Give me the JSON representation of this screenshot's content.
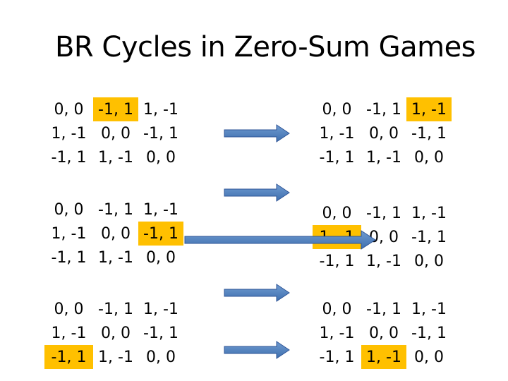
{
  "title": "BR Cycles in Zero-Sum Games",
  "colors": {
    "highlight": "#FFC000",
    "arrow_fill": "#4F81BD",
    "arrow_stroke": "#2F5597"
  },
  "matrices": [
    {
      "id": "m1",
      "cells": [
        [
          "0, 0",
          "-1, 1",
          "1, -1"
        ],
        [
          "1, -1",
          "0, 0",
          "-1, 1"
        ],
        [
          "-1, 1",
          "1, -1",
          "0, 0"
        ]
      ],
      "highlight": [
        [
          0,
          1
        ]
      ]
    },
    {
      "id": "m2",
      "cells": [
        [
          "0, 0",
          "-1, 1",
          "1, -1"
        ],
        [
          "1, -1",
          "0, 0",
          "-1, 1"
        ],
        [
          "-1, 1",
          "1, -1",
          "0, 0"
        ]
      ],
      "highlight": [
        [
          0,
          2
        ]
      ]
    },
    {
      "id": "m3",
      "cells": [
        [
          "0, 0",
          "-1, 1",
          "1, -1"
        ],
        [
          "1, -1",
          "0, 0",
          "-1, 1"
        ],
        [
          "-1, 1",
          "1, -1",
          "0, 0"
        ]
      ],
      "highlight": [
        [
          1,
          2
        ]
      ]
    },
    {
      "id": "m4",
      "cells": [
        [
          "0, 0",
          "-1, 1",
          "1, -1"
        ],
        [
          "1, -1",
          "0, 0",
          "-1, 1"
        ],
        [
          "-1, 1",
          "1, -1",
          "0, 0"
        ]
      ],
      "highlight": [
        [
          1,
          0
        ]
      ]
    },
    {
      "id": "m5",
      "cells": [
        [
          "0, 0",
          "-1, 1",
          "1, -1"
        ],
        [
          "1, -1",
          "0, 0",
          "-1, 1"
        ],
        [
          "-1, 1",
          "1, -1",
          "0, 0"
        ]
      ],
      "highlight": [
        [
          2,
          0
        ]
      ]
    },
    {
      "id": "m6",
      "cells": [
        [
          "0, 0",
          "-1, 1",
          "1, -1"
        ],
        [
          "1, -1",
          "0, 0",
          "-1, 1"
        ],
        [
          "-1, 1",
          "1, -1",
          "0, 0"
        ]
      ],
      "highlight": [
        [
          2,
          1
        ]
      ]
    }
  ]
}
